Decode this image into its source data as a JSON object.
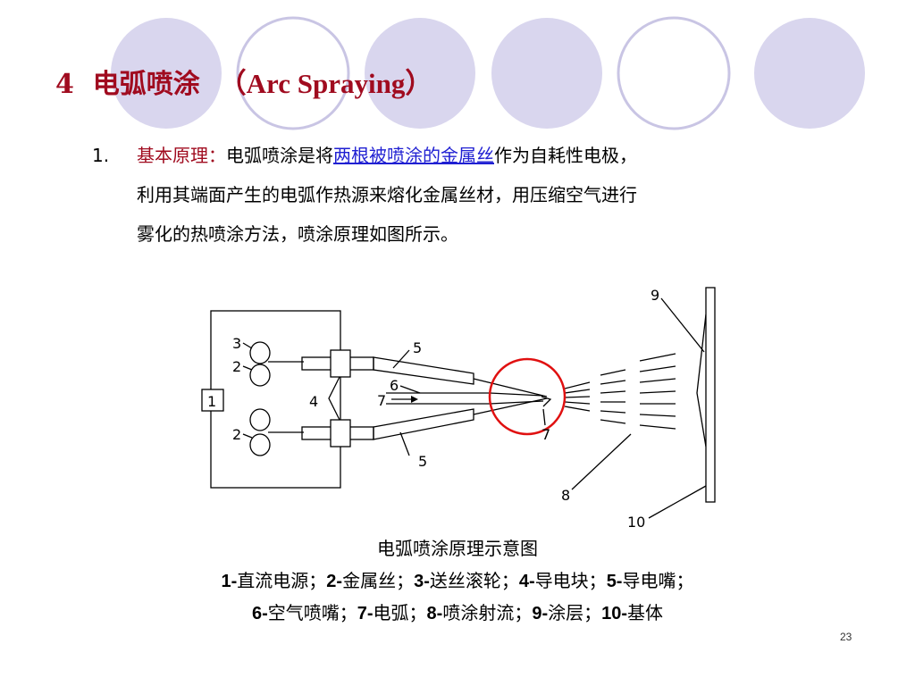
{
  "slide": {
    "title_number": "4",
    "title_cn": "电弧喷涂",
    "title_en": "（Arc Spraying）",
    "page_number": "23"
  },
  "principle": {
    "number": "1.",
    "label": "基本原理：",
    "text_before": "电弧喷涂是将",
    "link_text": "两根被喷涂的金属丝",
    "text_after": "作为自耗性电极，",
    "line2": "利用其端面产生的电弧作热源来熔化金属丝材，用压缩空气进行",
    "line3": "雾化的热喷涂方法，喷涂原理如图所示。"
  },
  "diagram": {
    "labels": {
      "power": "1",
      "wire_top": "2",
      "wire_bottom": "2",
      "roller": "3",
      "block": "4",
      "nozzle_top": "5",
      "nozzle_bottom": "5",
      "air_nozzle": "6",
      "arc_left": "7",
      "arc_right": "7",
      "jet": "8",
      "coating": "9",
      "substrate": "10"
    },
    "highlight_color": "#e01010",
    "line_color": "#000000"
  },
  "caption": {
    "title": "电弧喷涂原理示意图",
    "items_line1": [
      {
        "num": "1-",
        "text": "直流电源；"
      },
      {
        "num": "2-",
        "text": "金属丝；"
      },
      {
        "num": "3-",
        "text": "送丝滚轮；"
      },
      {
        "num": "4-",
        "text": "导电块；"
      },
      {
        "num": "5-",
        "text": "导电嘴；"
      }
    ],
    "items_line2": [
      {
        "num": "6-",
        "text": "空气喷嘴；"
      },
      {
        "num": "7-",
        "text": "电弧；"
      },
      {
        "num": "8-",
        "text": "喷涂射流；"
      },
      {
        "num": "9-",
        "text": "涂层；"
      },
      {
        "num": "10-",
        "text": "基体"
      }
    ]
  },
  "colors": {
    "title_red": "#a00b1f",
    "link_blue": "#1f1fd2",
    "circle_fill": "#d9d6ee",
    "circle_stroke": "#b9b4dc"
  }
}
